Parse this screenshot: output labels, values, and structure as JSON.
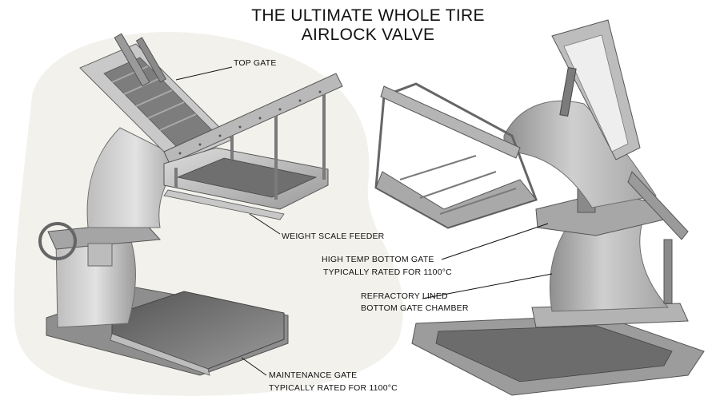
{
  "title": {
    "line1": "THE ULTIMATE WHOLE TIRE",
    "line2": "AIRLOCK VALVE"
  },
  "callouts": {
    "top_gate": "TOP GATE",
    "weight_scale_feeder": "WEIGHT SCALE FEEDER",
    "high_temp_bottom_gate": "HIGH TEMP BOTTOM GATE",
    "high_temp_rating": "TYPICALLY RATED FOR 1100°C",
    "refractory_lined": "REFRACTORY LINED",
    "bottom_gate_chamber": "BOTTOM GATE CHAMBER",
    "maintenance_gate": "MAINTENANCE GATE",
    "maintenance_rating": "TYPICALLY RATED FOR 1100°C"
  },
  "colors": {
    "background": "#ffffff",
    "backdrop": "#f3f1ec",
    "metal_light": "#d6d6d6",
    "metal_mid": "#a9a9a9",
    "metal_dark": "#6e6e6e",
    "line": "#111111"
  }
}
